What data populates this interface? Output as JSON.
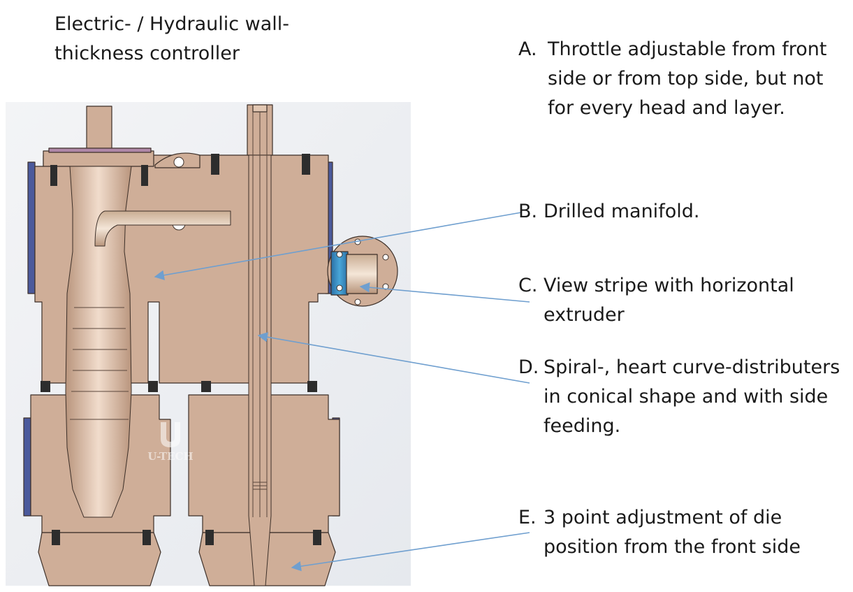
{
  "title_text": "Electric- / Hydraulic wall-thickness controller",
  "callouts": {
    "a": {
      "letter": "A.",
      "text": "Throttle adjustable  from front side or from top side, but not for every head and layer."
    },
    "b": {
      "letter": "B.",
      "text": "Drilled manifold."
    },
    "c": {
      "letter": "C.",
      "text": "View stripe with horizontal extruder"
    },
    "d": {
      "letter": "D.",
      "text": "Spiral-, heart curve-distributers in conical shape and with side feeding."
    },
    "e": {
      "letter": "E.",
      "text": "3 point adjustment of die position from the front side"
    }
  },
  "watermark": {
    "text": "U-TECH"
  },
  "colors": {
    "body": "#cfae98",
    "body_light": "#e2c7b3",
    "body_dark": "#a88a76",
    "outline": "#3c2f28",
    "side_plate": "#4b5a9c",
    "flange": "#b088a8",
    "extruder_blue": "#2c7fb8",
    "arrow": "#6f9fcf",
    "background": "#eef0f3"
  },
  "icons": {
    "arrowhead": "arrowhead-icon"
  }
}
